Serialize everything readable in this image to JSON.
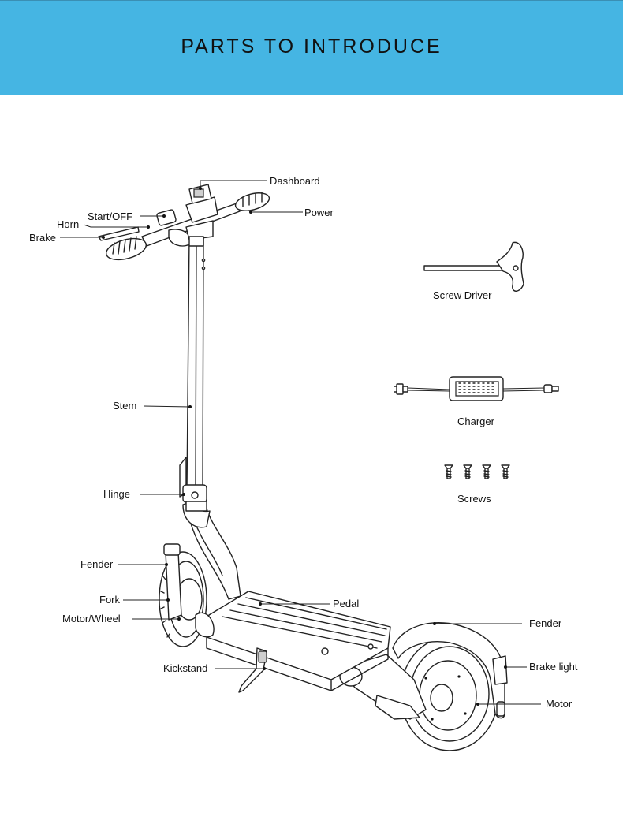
{
  "header": {
    "title": "PARTS TO INTRODUCE"
  },
  "colors": {
    "header_bg": "#45b5e3",
    "line": "#222222"
  },
  "labels": {
    "dashboard": "Dashboard",
    "power": "Power",
    "start_off": "Start/OFF",
    "horn": "Horn",
    "brake": "Brake",
    "stem": "Stem",
    "hinge": "Hinge",
    "fender_front": "Fender",
    "fork": "Fork",
    "motor_wheel": "Motor/Wheel",
    "pedal": "Pedal",
    "fender_rear": "Fender",
    "brake_light": "Brake light",
    "kickstand": "Kickstand",
    "motor": "Motor"
  },
  "accessories": {
    "screw_driver": "Screw Driver",
    "charger": "Charger",
    "screws": "Screws"
  }
}
